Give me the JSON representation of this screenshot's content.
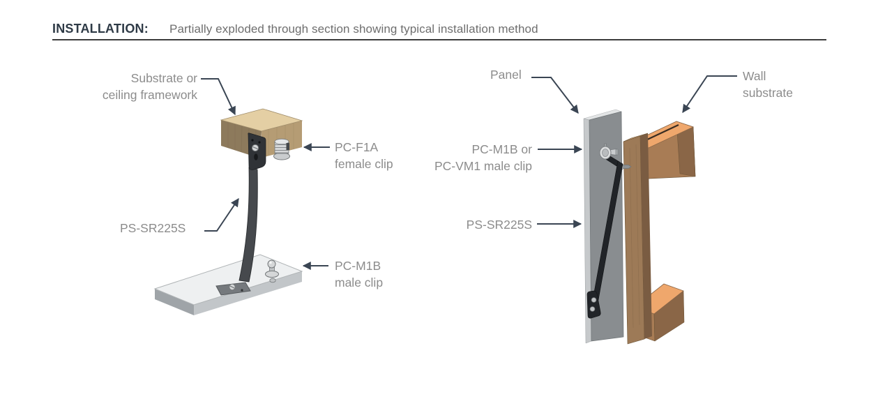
{
  "header": {
    "title": "INSTALLATION:",
    "subtitle": "Partially exploded through section showing typical installation method"
  },
  "left_figure": {
    "labels": {
      "substrate": {
        "line1": "Substrate or",
        "line2": "ceiling framework"
      },
      "female_clip": {
        "line1": "PC-F1A",
        "line2": "female clip"
      },
      "strut": "PS-SR225S",
      "male_clip": {
        "line1": "PC-M1B",
        "line2": "male clip"
      }
    }
  },
  "right_figure": {
    "labels": {
      "panel": "Panel",
      "wall_substrate": {
        "line1": "Wall",
        "line2": "substrate"
      },
      "male_clip": {
        "line1": "PC-M1B or",
        "line2": "PC-VM1 male clip"
      },
      "strut": "PS-SR225S"
    }
  },
  "colors": {
    "title_text": "#2e3a46",
    "subtitle_text": "#6e6e6e",
    "label_text": "#8c8c8c",
    "leader": "#3a4553",
    "rule": "#3c3c3c",
    "wood_top": "#e4cfa4",
    "wood_left": "#8d7a5c",
    "wood_right": "#b59c74",
    "wood_orange": "#efa76c",
    "wood_front": "#a87c55",
    "wood_face": "#9d7a57",
    "wood_side": "#7a5c42",
    "groove": "#3a2d22",
    "panel_face": "#898d90",
    "panel_edge": "#c6c9cb",
    "panel_top": "#e2e4e5",
    "plate_top": "#eef0f1",
    "plate_left": "#9fa4a8",
    "plate_right": "#c2c6c9",
    "metal_dark": "#303337",
    "strut": "#46494d",
    "strut_dark": "#212428",
    "silver": "#d5d7d8",
    "silver_stroke": "#74787a"
  }
}
